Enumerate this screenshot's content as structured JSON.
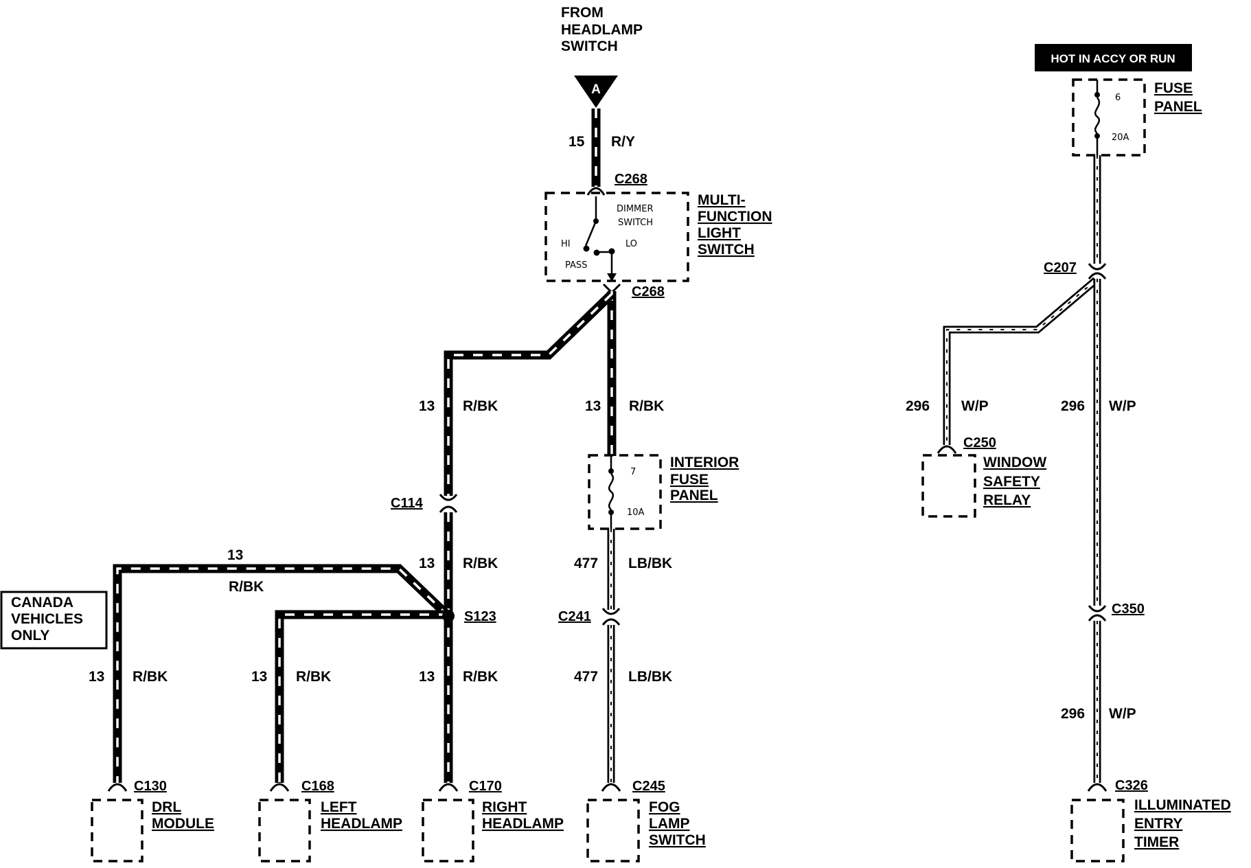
{
  "source": {
    "lines": [
      "FROM",
      "HEADLAMP",
      "SWITCH"
    ],
    "connector": "A"
  },
  "power": {
    "label": "HOT IN ACCY OR RUN"
  },
  "fuse_panel": {
    "lines": [
      "FUSE",
      "PANEL"
    ],
    "fuse_number": "6",
    "fuse_rating": "20A"
  },
  "interior_fuse_panel": {
    "lines": [
      "INTERIOR",
      "FUSE",
      "PANEL"
    ],
    "fuse_number": "7",
    "fuse_rating": "10A"
  },
  "multifunction_switch": {
    "lines": [
      "MULTI-",
      "FUNCTION",
      "LIGHT",
      "SWITCH"
    ],
    "dimmer_lines": [
      "DIMMER",
      "SWITCH"
    ],
    "positions": {
      "hi": "HI",
      "lo": "LO",
      "pass": "PASS"
    }
  },
  "connectors": {
    "c268_in": "C268",
    "c268_out": "C268",
    "c114": "C114",
    "c241": "C241",
    "c207": "C207",
    "c250": "C250",
    "c350": "C350",
    "c130": "C130",
    "c168": "C168",
    "c170": "C170",
    "c245": "C245",
    "c326": "C326"
  },
  "splices": {
    "s123": "S123"
  },
  "wires": {
    "headlamp_feed": {
      "circuit": "15",
      "color": "R/Y"
    },
    "to_c114": {
      "circuit": "13",
      "color": "R/BK"
    },
    "to_interior_fuse": {
      "circuit": "13",
      "color": "R/BK"
    },
    "c114_to_s123": {
      "circuit": "13",
      "color": "R/BK"
    },
    "canada_span": {
      "circuit": "13",
      "color": "R/BK"
    },
    "to_drl": {
      "circuit": "13",
      "color": "R/BK"
    },
    "to_left_headlamp": {
      "circuit": "13",
      "color": "R/BK"
    },
    "to_right_headlamp": {
      "circuit": "13",
      "color": "R/BK"
    },
    "fuse_to_c241": {
      "circuit": "477",
      "color": "LB/BK"
    },
    "c241_to_fog": {
      "circuit": "477",
      "color": "LB/BK"
    },
    "to_window_relay": {
      "circuit": "296",
      "color": "W/P"
    },
    "c207_to_c350": {
      "circuit": "296",
      "color": "W/P"
    },
    "c350_to_timer": {
      "circuit": "296",
      "color": "W/P"
    }
  },
  "note": {
    "lines": [
      "CANADA",
      "VEHICLES",
      "ONLY"
    ]
  },
  "components": {
    "drl": {
      "lines": [
        "DRL",
        "MODULE"
      ]
    },
    "left_headlamp": {
      "lines": [
        "LEFT",
        "HEADLAMP"
      ]
    },
    "right_headlamp": {
      "lines": [
        "RIGHT",
        "HEADLAMP"
      ]
    },
    "fog_lamp_switch": {
      "lines": [
        "FOG",
        "LAMP",
        "SWITCH"
      ]
    },
    "window_safety_relay": {
      "lines": [
        "WINDOW",
        "SAFETY",
        "RELAY"
      ]
    },
    "illuminated_entry_timer": {
      "lines": [
        "ILLUMINATED",
        "ENTRY",
        "TIMER"
      ]
    }
  },
  "colors": {
    "ink": "#000000",
    "paper": "#ffffff"
  }
}
